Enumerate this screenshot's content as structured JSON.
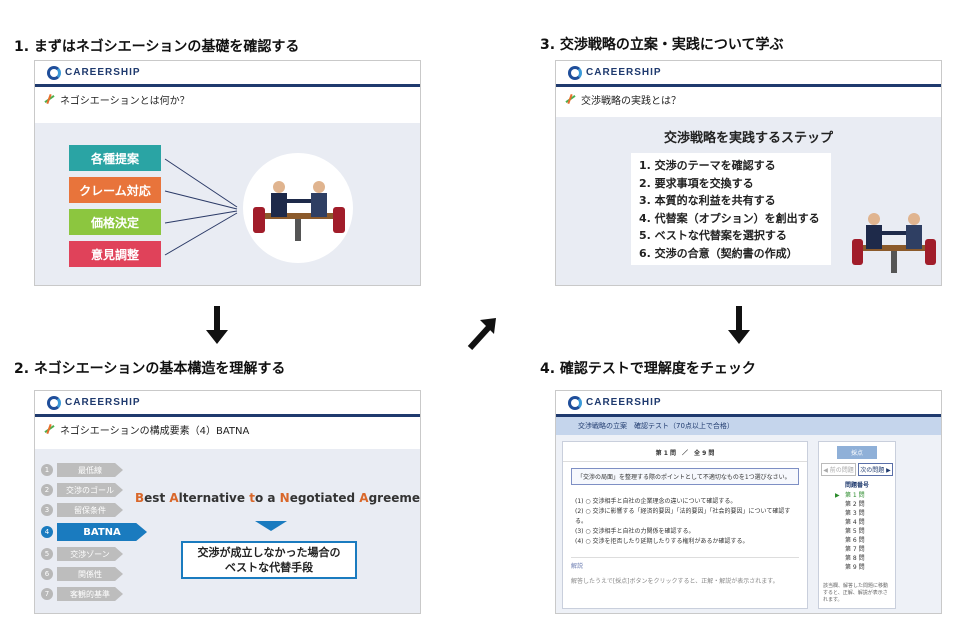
{
  "steps": {
    "s1": "1. まずはネゴシエーションの基礎を確認する",
    "s2": "2. ネゴシエーションの基本構造を理解する",
    "s3": "3. 交渉戦略の立案・実践について学ぶ",
    "s4": "4. 確認テストで理解度をチェック"
  },
  "brand": "CAREERSHIP",
  "slide1": {
    "subtitle": "ネゴシエーションとは何か？",
    "items": [
      "各種提案",
      "クレーム対応",
      "価格決定",
      "意見調整"
    ],
    "colors": [
      "#2aa4a4",
      "#e8743b",
      "#8cc63f",
      "#e0425a"
    ]
  },
  "slide2": {
    "subtitle": "ネゴシエーションの構成要素（4）BATNA",
    "menu": [
      "最低線",
      "交渉のゴール",
      "留保条件",
      "BATNA",
      "交渉ゾーン",
      "関係性",
      "客観的基準"
    ],
    "english_parts": [
      "B",
      "est ",
      "A",
      "lternative ",
      "t",
      "o a ",
      "N",
      "egotiated ",
      "A",
      "greement"
    ],
    "box_line1": "交渉が成立しなかった場合の",
    "box_line2": "ベストな代替手段"
  },
  "slide3": {
    "subtitle": "交渉戦略の実践とは？",
    "heading": "交渉戦略を実践するステップ",
    "list": [
      "1. 交渉のテーマを確認する",
      "2. 要求事項を交換する",
      "3. 本質的な利益を共有する",
      "4. 代替案（オプション）を創出する",
      "5. ベストな代替案を選択する",
      "6. 交渉の合意（契約書の作成）"
    ]
  },
  "slide4": {
    "band": "交渉戦略の立案　確認テスト（70点以上で合格）",
    "question_no": "第 1 問　／　全 9 問",
    "question": "「交渉の局面」を整理する際のポイントとして不適切なものを1つ選びなさい。",
    "options": [
      "(1) ○ 交渉相手と自社の企業理念の違いについて確認する。",
      "(2) ○ 交渉に影響する「経済的要因」「法的要因」「社会的要因」について確認する。",
      "(3) ○ 交渉相手と自社の力関係を確認する。",
      "(4) ○ 交渉を拒否したり延期したりする権利があるか確認する。"
    ],
    "explain_label": "解説",
    "explain_text": "解答したうえで[採点]ボタンをクリックすると、正解・解説が表示されます。",
    "score_btn": "採点",
    "prev_btn": "◀ 前の問題",
    "next_btn": "次の問題 ▶",
    "side_title": "問題番号",
    "qlist": [
      "第 1 問",
      "第 2 問",
      "第 3 問",
      "第 4 問",
      "第 5 問",
      "第 6 問",
      "第 7 問",
      "第 8 問",
      "第 9 問"
    ],
    "side_note": "該当欄、解答した問題に移動すると、正解、解説が表示されます。"
  }
}
